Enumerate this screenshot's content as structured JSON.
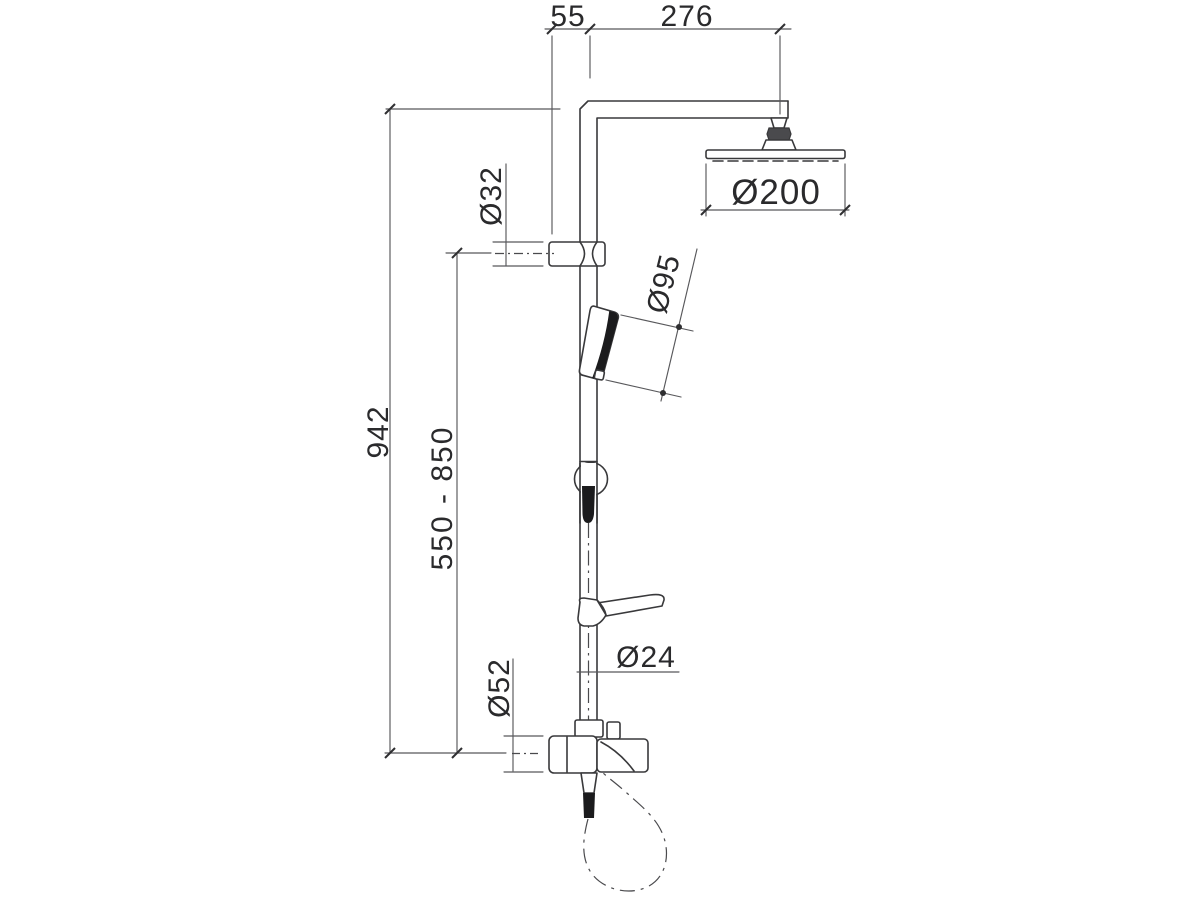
{
  "labels": {
    "top_offset": "55",
    "arm_projection": "276",
    "bracket_diameter": "Ø32",
    "head_diameter": "Ø200",
    "handshower_diameter": "Ø95",
    "overall_height": "942",
    "rail_adjust_range": "550 - 850",
    "base_flange_diameter": "Ø52",
    "rail_diameter": "Ø24"
  },
  "colors": {
    "background": "#ffffff",
    "object_line": "#39393b",
    "dimension_line": "#58585b",
    "text": "#2a2a2c",
    "dark_fill": "#1b1b1d"
  }
}
